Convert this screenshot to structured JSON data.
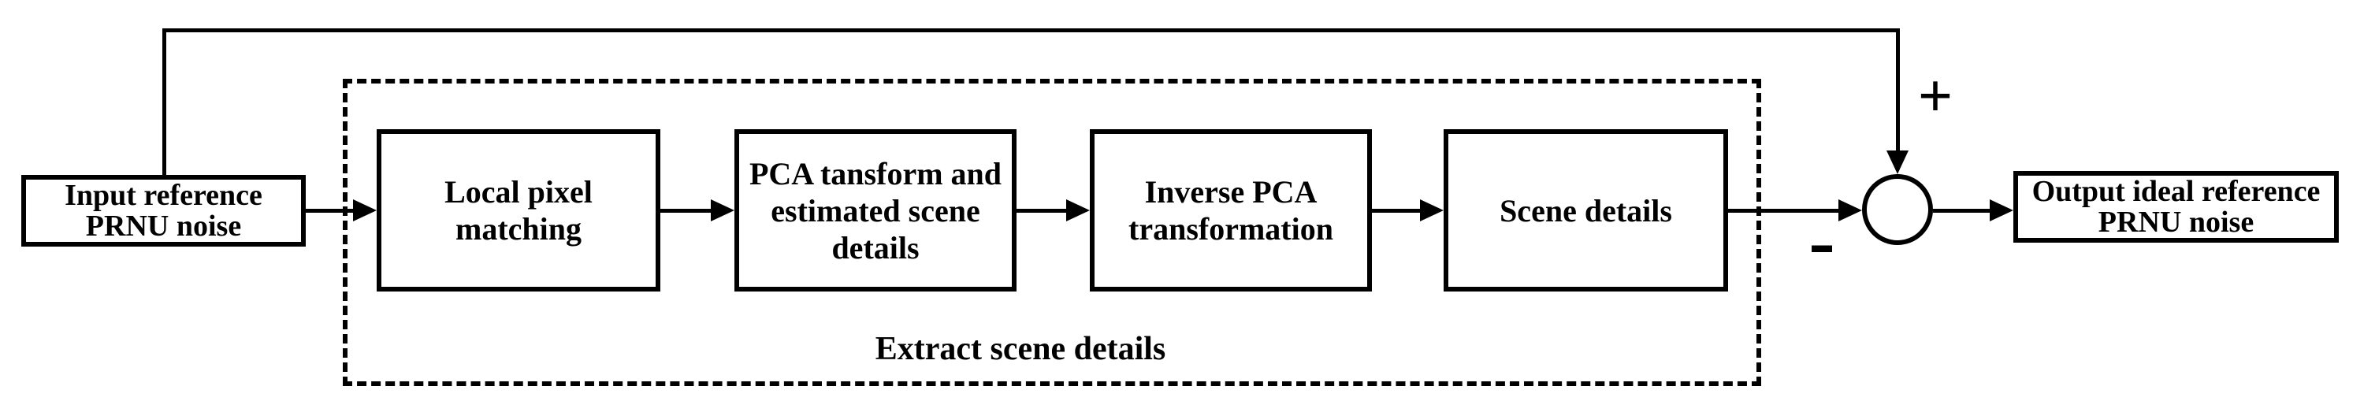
{
  "diagram": {
    "colors": {
      "ink": "#000000",
      "background": "#ffffff"
    },
    "nodes": {
      "input": "Input reference\nPRNU noise",
      "local_pixel_matching": "Local pixel\nmatching",
      "pca_transform": "PCA tansform and\nestimated scene\ndetails",
      "inverse_pca": "Inverse PCA\ntransformation",
      "scene_details": "Scene details",
      "output": "Output ideal reference\nPRNU noise"
    },
    "group_label": "Extract scene details",
    "sum_junction": {
      "plus_label": "+",
      "minus_label": "-"
    }
  }
}
